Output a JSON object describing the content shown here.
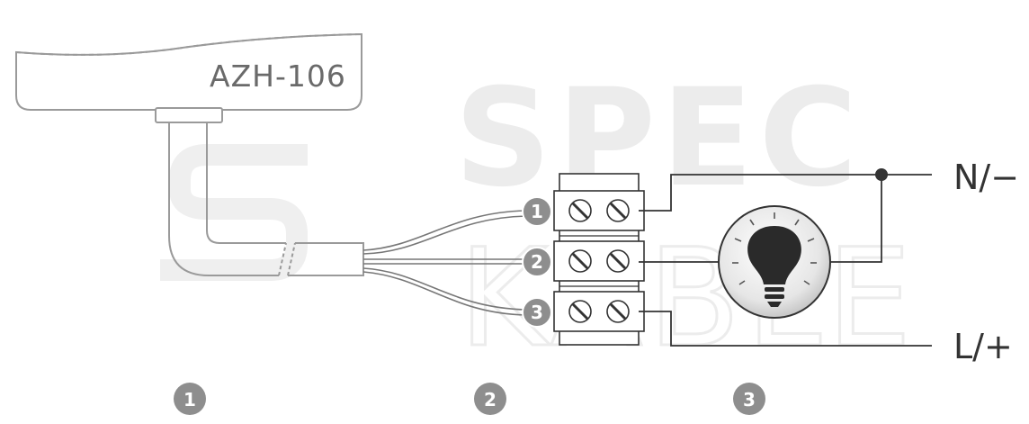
{
  "device": {
    "model": "AZH-106"
  },
  "power_lines": {
    "neutral": "N/−",
    "live": "L/+"
  },
  "terminals": [
    "1",
    "2",
    "3"
  ],
  "legend_badges": [
    "1",
    "2",
    "3"
  ],
  "watermark": {
    "line1": "SPEC",
    "line2": "KABLE"
  },
  "colors": {
    "line": "#333333",
    "badge": "#8e8e8e",
    "watermark": "#ececec",
    "bulb_bg": "#dcdcdc"
  },
  "icons": [
    "lightbulb-icon",
    "screw-icon",
    "junction-dot"
  ]
}
